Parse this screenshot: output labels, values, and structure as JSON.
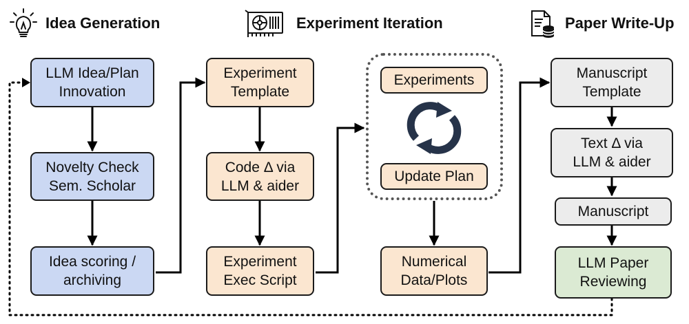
{
  "headers": {
    "idea": "Idea Generation",
    "experiment": "Experiment Iteration",
    "paper": "Paper Write-Up"
  },
  "idea_column": {
    "llm_idea": "LLM Idea/Plan\nInnovation",
    "novelty_check": "Novelty Check\nSem. Scholar",
    "idea_scoring": "Idea scoring /\narchiving"
  },
  "experiment_column": {
    "template": "Experiment\nTemplate",
    "code_delta": "Code Δ via\nLLM & aider",
    "exec_script": "Experiment\nExec Script"
  },
  "iteration_column": {
    "experiments": "Experiments",
    "update_plan": "Update Plan",
    "numerical": "Numerical\nData/Plots"
  },
  "paper_column": {
    "manuscript_template": "Manuscript\nTemplate",
    "text_delta": "Text Δ via\nLLM & aider",
    "manuscript": "Manuscript",
    "reviewing": "LLM Paper\nReviewing"
  },
  "colors": {
    "idea": "#cbd8f3",
    "experiment": "#fbe6d0",
    "paper": "#ececec",
    "review": "#dbead3",
    "cycle_icon": "#263349"
  },
  "icons": {
    "idea": "lightbulb-icon",
    "experiment": "gpu-icon",
    "paper": "document-database-icon",
    "iteration": "refresh-cycle-icon"
  }
}
